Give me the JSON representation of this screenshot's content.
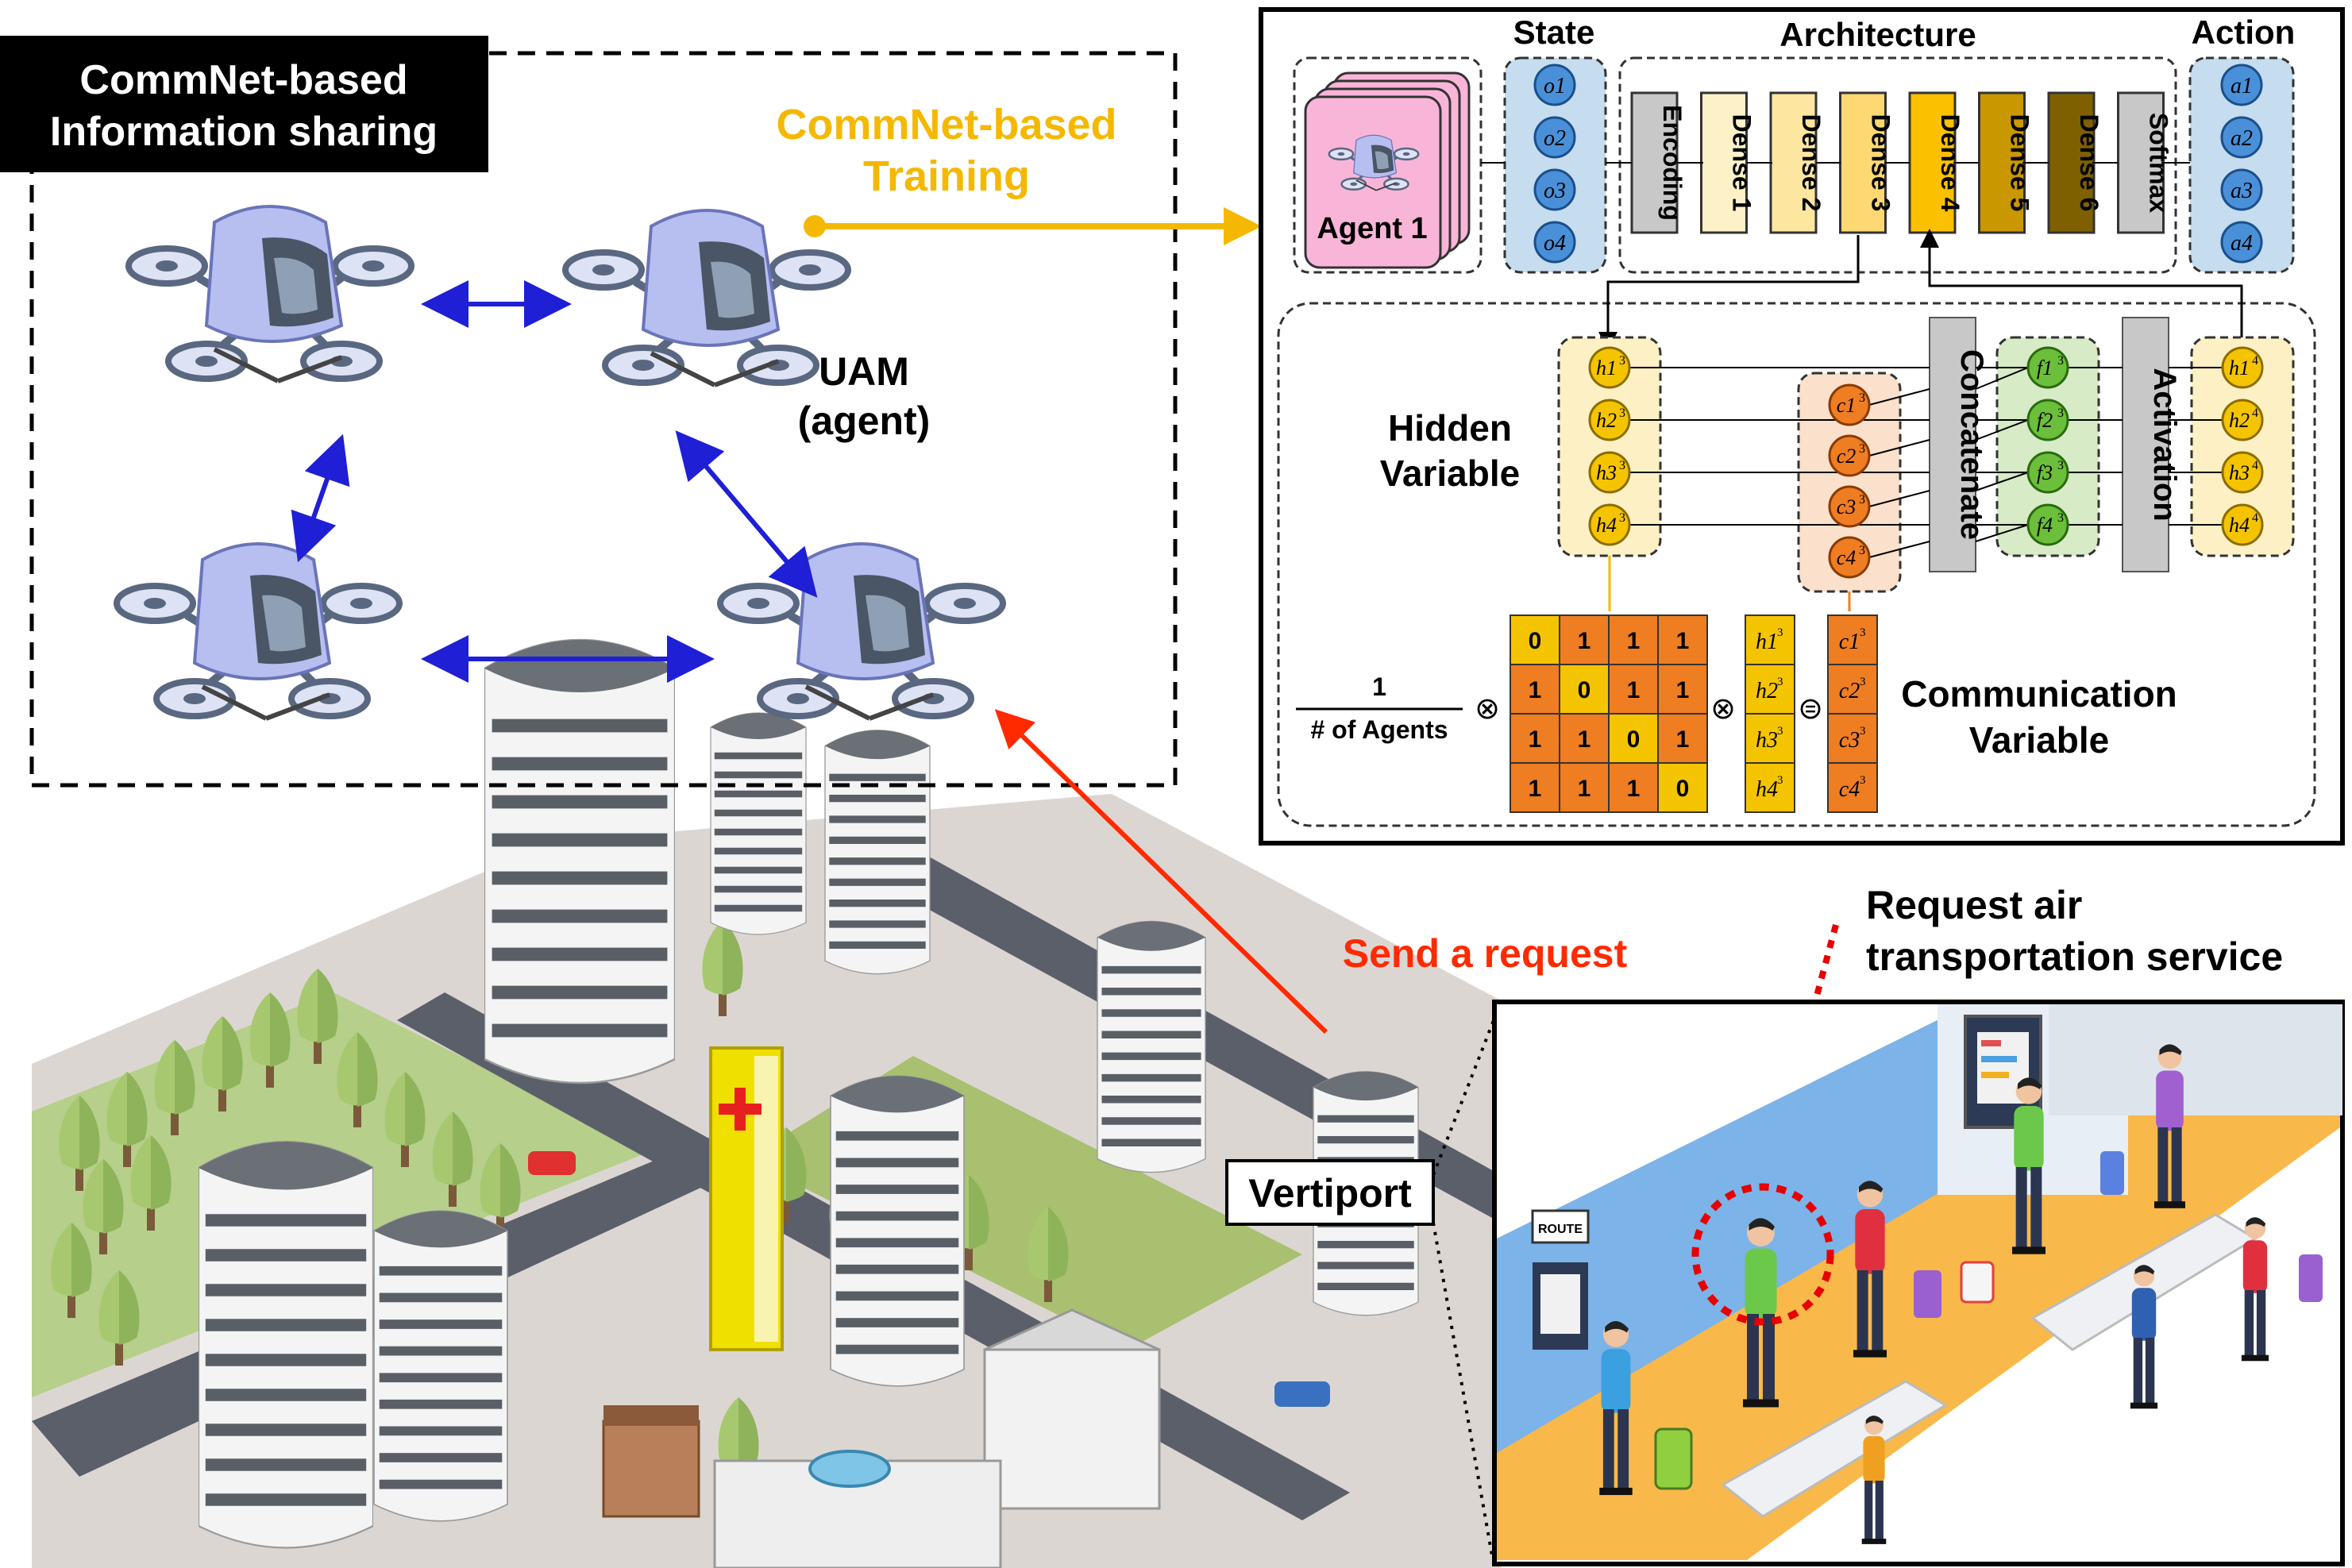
{
  "left_box": {
    "title_line1": "CommNet-based",
    "title_line2": "Information sharing",
    "uam_line1": "UAM",
    "uam_line2": "(agent)",
    "training_line1": "CommNet-based",
    "training_line2": "Training"
  },
  "architecture": {
    "state_label": "State",
    "architecture_label": "Architecture",
    "action_label": "Action",
    "agent_label": "Agent 1",
    "states": [
      "o1",
      "o2",
      "o3",
      "o4"
    ],
    "actions": [
      "a1",
      "a2",
      "a3",
      "a4"
    ],
    "layers": [
      "Encoding",
      "Dense 1",
      "Dense 2",
      "Dense 3",
      "Dense 4",
      "Dense 5",
      "Dense 6",
      "Softmax"
    ],
    "layer_colors": [
      "#c8c8c8",
      "#fdf1c8",
      "#fde7a0",
      "#fdd873",
      "#fbc000",
      "#c99700",
      "#7f6000",
      "#c8c8c8"
    ],
    "hidden_label_line1": "Hidden",
    "hidden_label_line2": "Variable",
    "hidden_nodes": [
      "h1",
      "h2",
      "h3",
      "h4"
    ],
    "comm_nodes": [
      "c1",
      "c2",
      "c3",
      "c4"
    ],
    "f_nodes": [
      "f1",
      "f2",
      "f3",
      "f4"
    ],
    "out_nodes": [
      "h1",
      "h2",
      "h3",
      "h4"
    ],
    "concatenate_label": "Concatenate",
    "activation_label": "Activation",
    "fraction_num": "1",
    "fraction_den": "# of Agents",
    "matrix": [
      [
        "0",
        "1",
        "1",
        "1"
      ],
      [
        "1",
        "0",
        "1",
        "1"
      ],
      [
        "1",
        "1",
        "0",
        "1"
      ],
      [
        "1",
        "1",
        "1",
        "0"
      ]
    ],
    "times_symbol": "⊗",
    "equals_symbol": "⊜",
    "comm_label_line1": "Communication",
    "comm_label_line2": "Variable"
  },
  "city": {
    "send_request": "Send a request",
    "vertiport": "Vertiport",
    "request_line1": "Request air",
    "request_line2": "transportation service",
    "route_sign": "ROUTE"
  },
  "colors": {
    "blue_arrow": "#1f1fd6",
    "training_yellow": "#f5b800",
    "request_red": "#ff2a00",
    "node_blue": "#4a90d9",
    "node_yellow": "#f5c400",
    "node_orange": "#ef7d22",
    "node_green": "#6bbf3b",
    "matrix_orange": "#ef7d22",
    "matrix_yellow": "#f5c400"
  }
}
